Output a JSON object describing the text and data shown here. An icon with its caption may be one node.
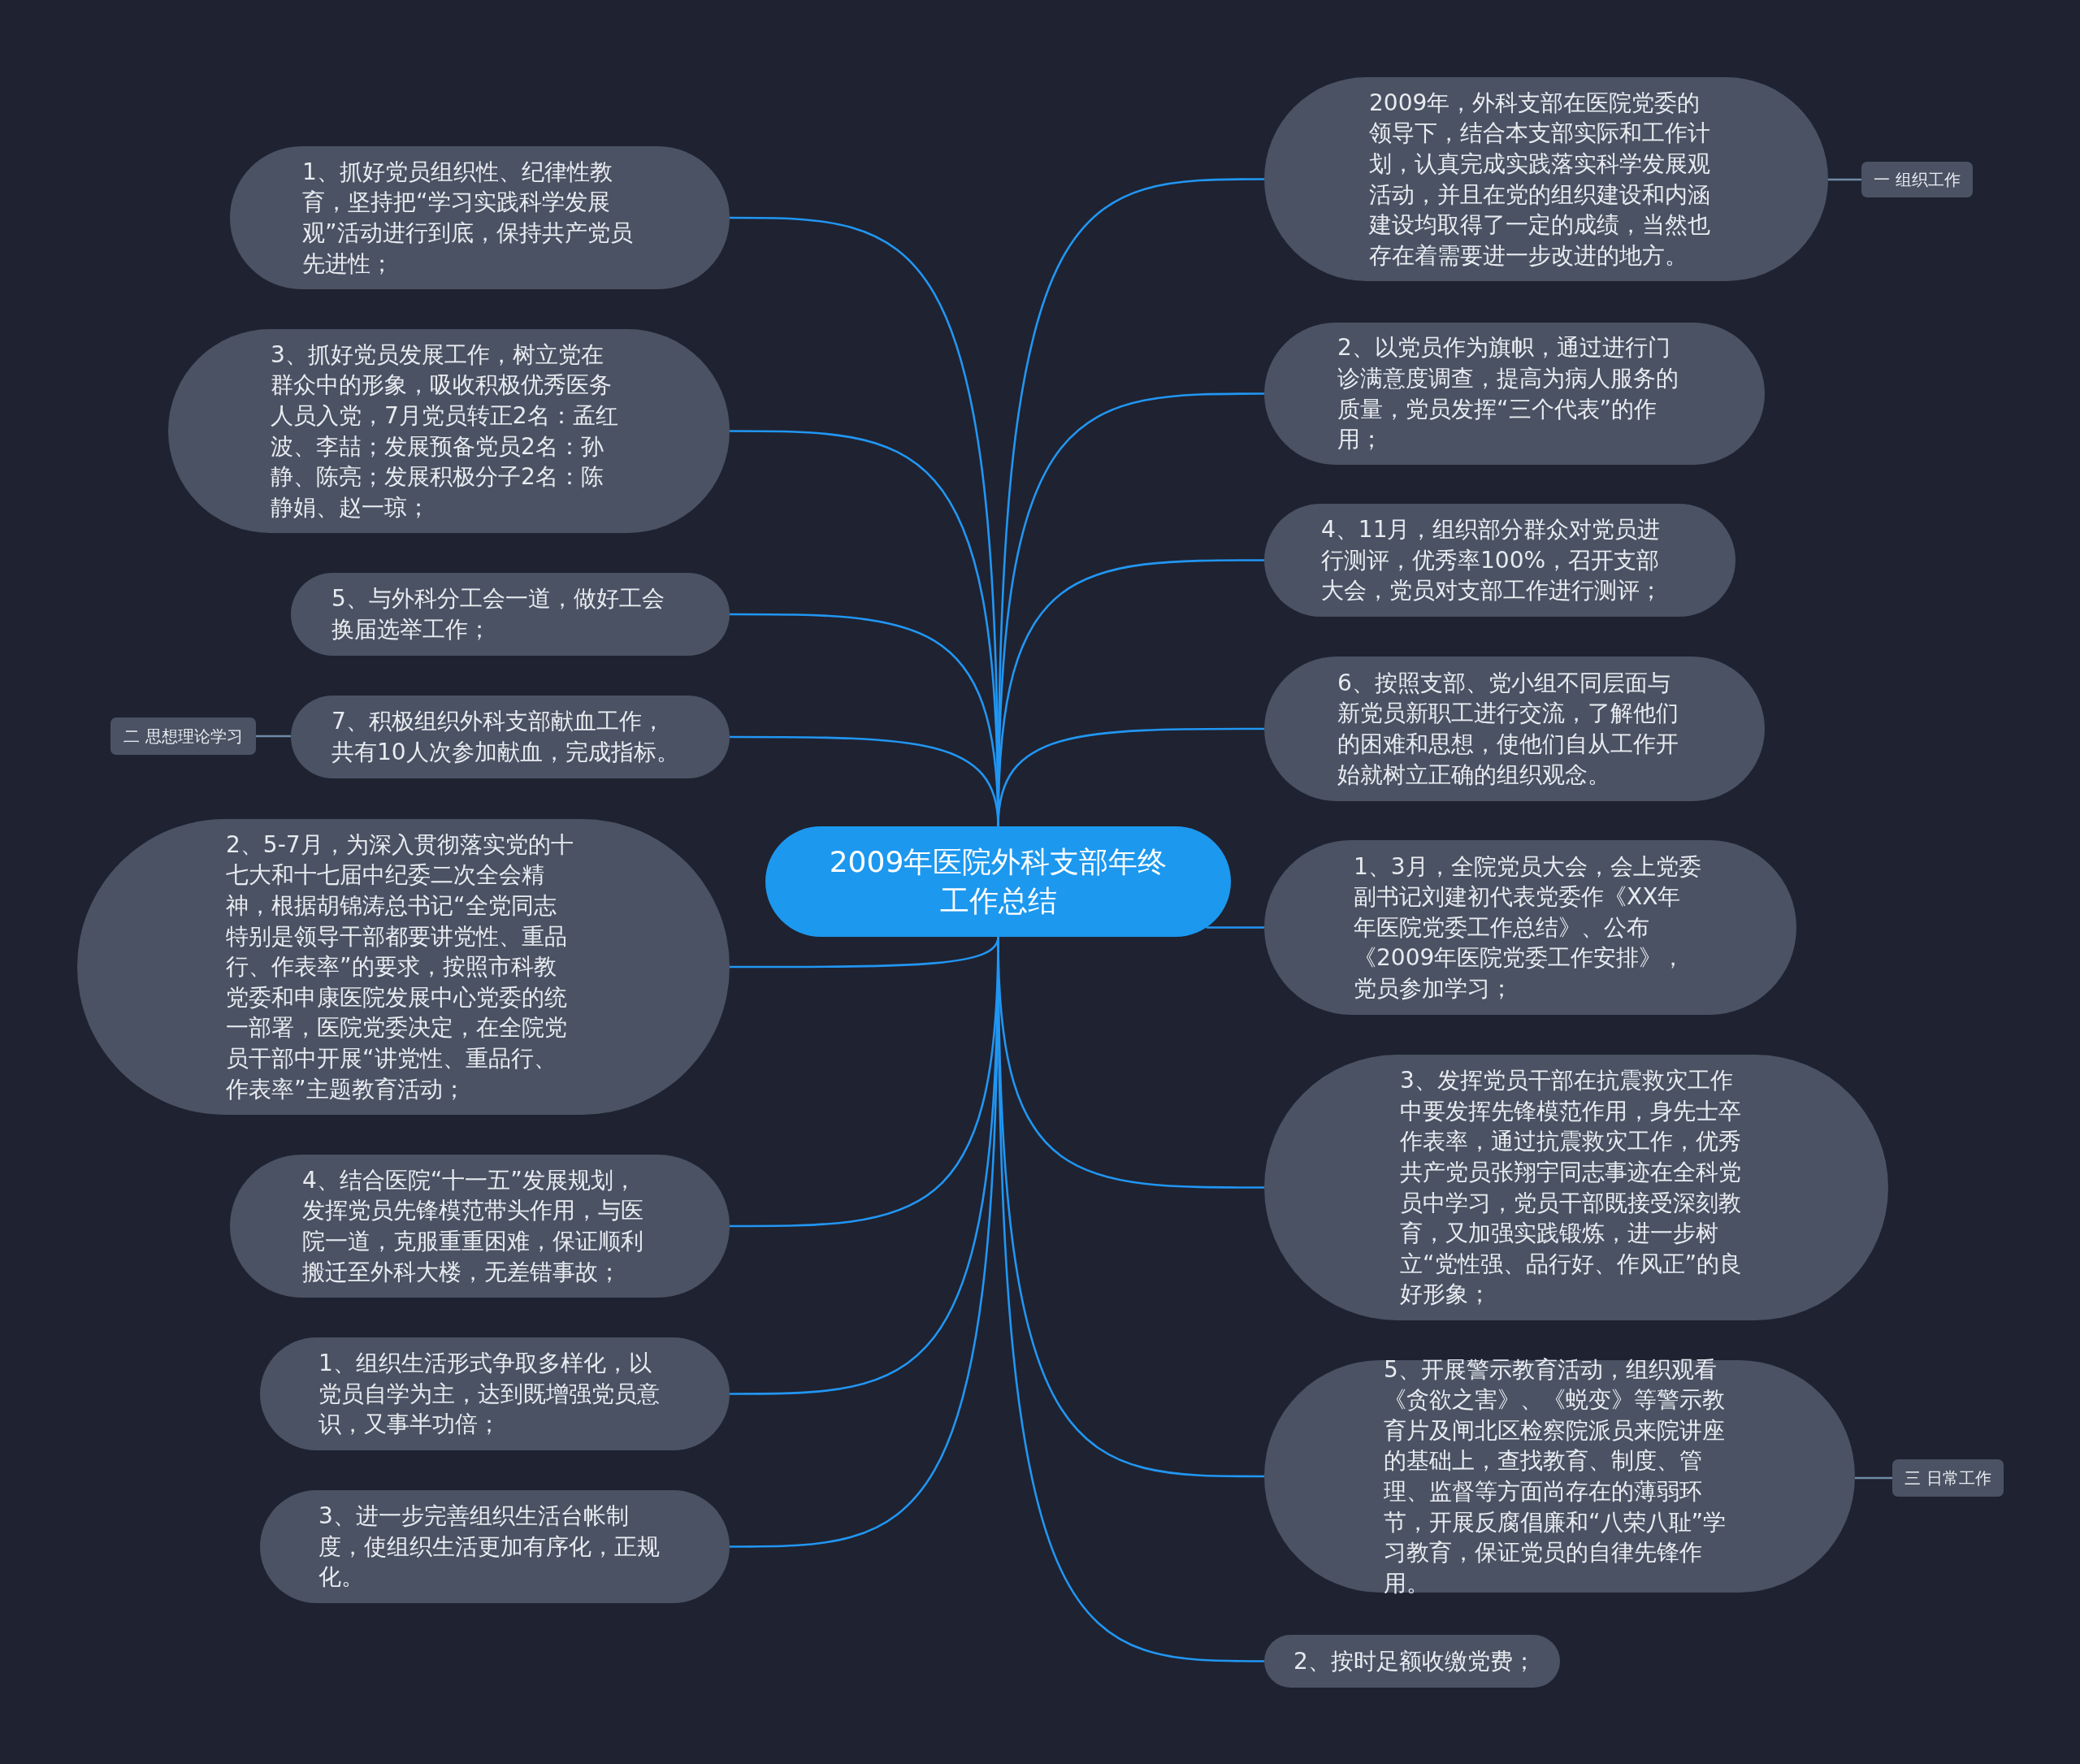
{
  "diagram": {
    "nodes": [
      {
        "text": [
          "2009年医院外科支部年终工作总结"
        ]
      },
      {
        "text": [
          "1、抓好党员组织性、纪律性教育，坚持把“学习实践科学发展观”活动进行到底，保持共产党员先进性；"
        ]
      },
      {
        "text": [
          "3、抓好党员发展工作，树立党在群众中的形象，吸收积极优秀医务人员入党，7月党员转正2名：孟红波、李喆；发展预备党员2名：孙静、陈亮；发展积极分子2名：陈静娟、赵一琼；"
        ]
      },
      {
        "text": [
          "5、与外科分工会一道，做好工会换届选举工作；"
        ]
      },
      {
        "text": [
          "7、积极组织外科支部献血工作，共有10人次参加献血，完成指标。"
        ]
      },
      {
        "text": [
          "2、5-7月，为深入贯彻落实党的十七大和十七届中纪委二次全会精神，根据胡锦涛总书记“全党同志特别是领导干部都要讲党性、重品行、作表率”的要求，按照市科教党委和申康医院发展中心党委的统一部署，医院党委决定，在全院党员干部中开展“讲党性、重品行、作表率”主题教育活动；"
        ]
      },
      {
        "text": [
          "4、结合医院“十一五”发展规划，发挥党员先锋模范带头作用，与医院一道，克服重重困难，保证顺利搬迁至外科大楼，无差错事故；"
        ]
      },
      {
        "text": [
          "1、组织生活形式争取多样化，以党员自学为主，达到既增强党员意识，又事半功倍；"
        ]
      },
      {
        "text": [
          "3、进一步完善组织生活台帐制度，使组织生活更加有序化，正规化。"
        ]
      },
      {
        "text": [
          "2009年，外科支部在医院党委的领导下，结合本支部实际和工作计划，认真完成实践落实科学发展观活动，并且在党的组织建设和内涵建设均取得了一定的成绩，当然也存在着需要进一步改进的地方。"
        ]
      },
      {
        "text": [
          "2、以党员作为旗帜，通过进行门诊满意度调查，提高为病人服务的质量，党员发挥“三个代表”的作用；"
        ]
      },
      {
        "text": [
          "4、11月，组织部分群众对党员进行测评，优秀率100%，召开支部大会，党员对支部工作进行测评；"
        ]
      },
      {
        "text": [
          "6、按照支部、党小组不同层面与新党员新职工进行交流，了解他们的困难和思想，使他们自从工作开始就树立正确的组织观念。"
        ]
      },
      {
        "text": [
          "1、3月，全院党员大会，会上党委副书记刘建初代表党委作《XX年年医院党委工作总结》、公布《2009年医院党委工作安排》，党员参加学习；"
        ]
      },
      {
        "text": [
          "3、发挥党员干部在抗震救灾工作中要发挥先锋模范作用，身先士卒作表率，通过抗震救灾工作，优秀共产党员张翔宇同志事迹在全科党员中学习，党员干部既接受深刻教育，又加强实践锻炼，进一步树立“党性强、品行好、作风正”的良好形象；"
        ]
      },
      {
        "text": [
          "5、开展警示教育活动，组织观看《贪欲之害》、《蜕变》等警示教育片及闸北区检察院派员来院讲座的基础上，查找教育、制度、管理、监督等方面尚存在的薄弱环节，开展反腐倡廉和“八荣八耻”学习教育，保证党员的自律先锋作用。"
        ]
      },
      {
        "text": [
          "2、按时足额收缴党费；"
        ]
      },
      {
        "text": [
          "一 组织工作"
        ]
      },
      {
        "text": [
          "二 思想理论学习"
        ]
      },
      {
        "text": [
          "三 日常工作"
        ]
      }
    ],
    "edges": [
      {
        "from": 0,
        "to": 1,
        "arrow": "none"
      },
      {
        "from": 0,
        "to": 2,
        "arrow": "none"
      },
      {
        "from": 0,
        "to": 3,
        "arrow": "none"
      },
      {
        "from": 0,
        "to": 4,
        "arrow": "none"
      },
      {
        "from": 0,
        "to": 5,
        "arrow": "none"
      },
      {
        "from": 0,
        "to": 6,
        "arrow": "none"
      },
      {
        "from": 0,
        "to": 7,
        "arrow": "none"
      },
      {
        "from": 0,
        "to": 8,
        "arrow": "none"
      },
      {
        "from": 0,
        "to": 9,
        "arrow": "none"
      },
      {
        "from": 0,
        "to": 10,
        "arrow": "none"
      },
      {
        "from": 0,
        "to": 11,
        "arrow": "none"
      },
      {
        "from": 0,
        "to": 12,
        "arrow": "none"
      },
      {
        "from": 0,
        "to": 13,
        "arrow": "none"
      },
      {
        "from": 0,
        "to": 14,
        "arrow": "none"
      },
      {
        "from": 0,
        "to": 15,
        "arrow": "none"
      },
      {
        "from": 0,
        "to": 16,
        "arrow": "none"
      },
      {
        "from": 9,
        "to": 17,
        "arrow": "none",
        "color": "#6f8aa6"
      },
      {
        "from": 4,
        "to": 18,
        "arrow": "none",
        "color": "#6f8aa6"
      },
      {
        "from": 15,
        "to": 19,
        "arrow": "none",
        "color": "#6f8aa6"
      }
    ]
  }
}
